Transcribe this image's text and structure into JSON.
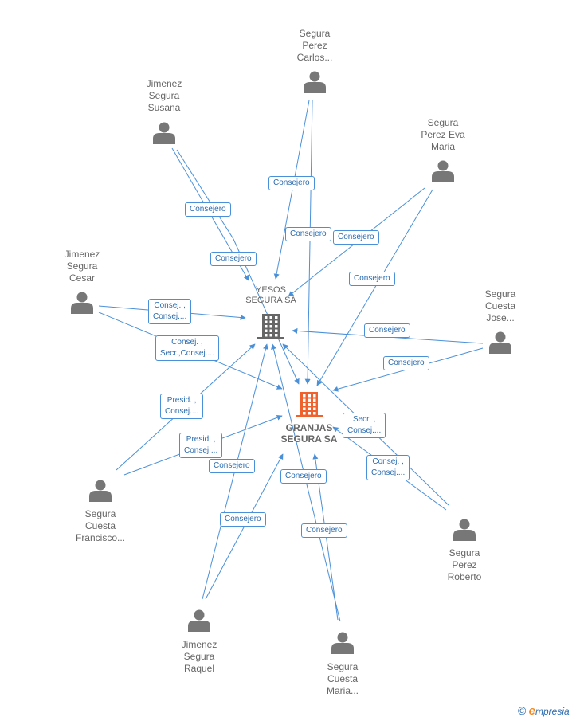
{
  "companies": [
    {
      "id": "yesos",
      "label": "YESOS\nSEGURA SA",
      "color": "#666666"
    },
    {
      "id": "granjas",
      "label": "GRANJAS\nSEGURA SA",
      "color": "#f0622d",
      "main": true
    }
  ],
  "persons": [
    {
      "id": "carlos",
      "label": "Segura\nPerez\nCarlos..."
    },
    {
      "id": "susana",
      "label": "Jimenez\nSegura\nSusana"
    },
    {
      "id": "evamaria",
      "label": "Segura\nPerez Eva\nMaria"
    },
    {
      "id": "cesar",
      "label": "Jimenez\nSegura\nCesar"
    },
    {
      "id": "jose",
      "label": "Segura\nCuesta\nJose..."
    },
    {
      "id": "francisco",
      "label": "Segura\nCuesta\nFrancisco..."
    },
    {
      "id": "roberto",
      "label": "Segura\nPerez\nRoberto"
    },
    {
      "id": "raquel",
      "label": "Jimenez\nSegura\nRaquel"
    },
    {
      "id": "maria",
      "label": "Segura\nCuesta\nMaria..."
    }
  ],
  "relations": [
    {
      "label": "Consejero"
    },
    {
      "label": "Consejero"
    },
    {
      "label": "Consejero"
    },
    {
      "label": "Consejero"
    },
    {
      "label": "Consejero"
    },
    {
      "label": "Consejero"
    },
    {
      "label": "Consej. ,\nConsej...."
    },
    {
      "label": "Consej. ,\nSecr.,Consej...."
    },
    {
      "label": "Consejero"
    },
    {
      "label": "Consejero"
    },
    {
      "label": "Presid. ,\nConsej...."
    },
    {
      "label": "Presid. ,\nConsej...."
    },
    {
      "label": "Secr. ,\nConsej...."
    },
    {
      "label": "Consej. ,\nConsej...."
    },
    {
      "label": "Consejero"
    },
    {
      "label": "Consejero"
    },
    {
      "label": "Consejero"
    },
    {
      "label": "Consejero"
    }
  ],
  "footer": {
    "copyright": "©",
    "brand_initial": "e",
    "brand_rest": "mpresia"
  },
  "colors": {
    "edge": "#4a90d9",
    "person": "#777777",
    "company": "#666666",
    "main_company": "#f0622d"
  }
}
